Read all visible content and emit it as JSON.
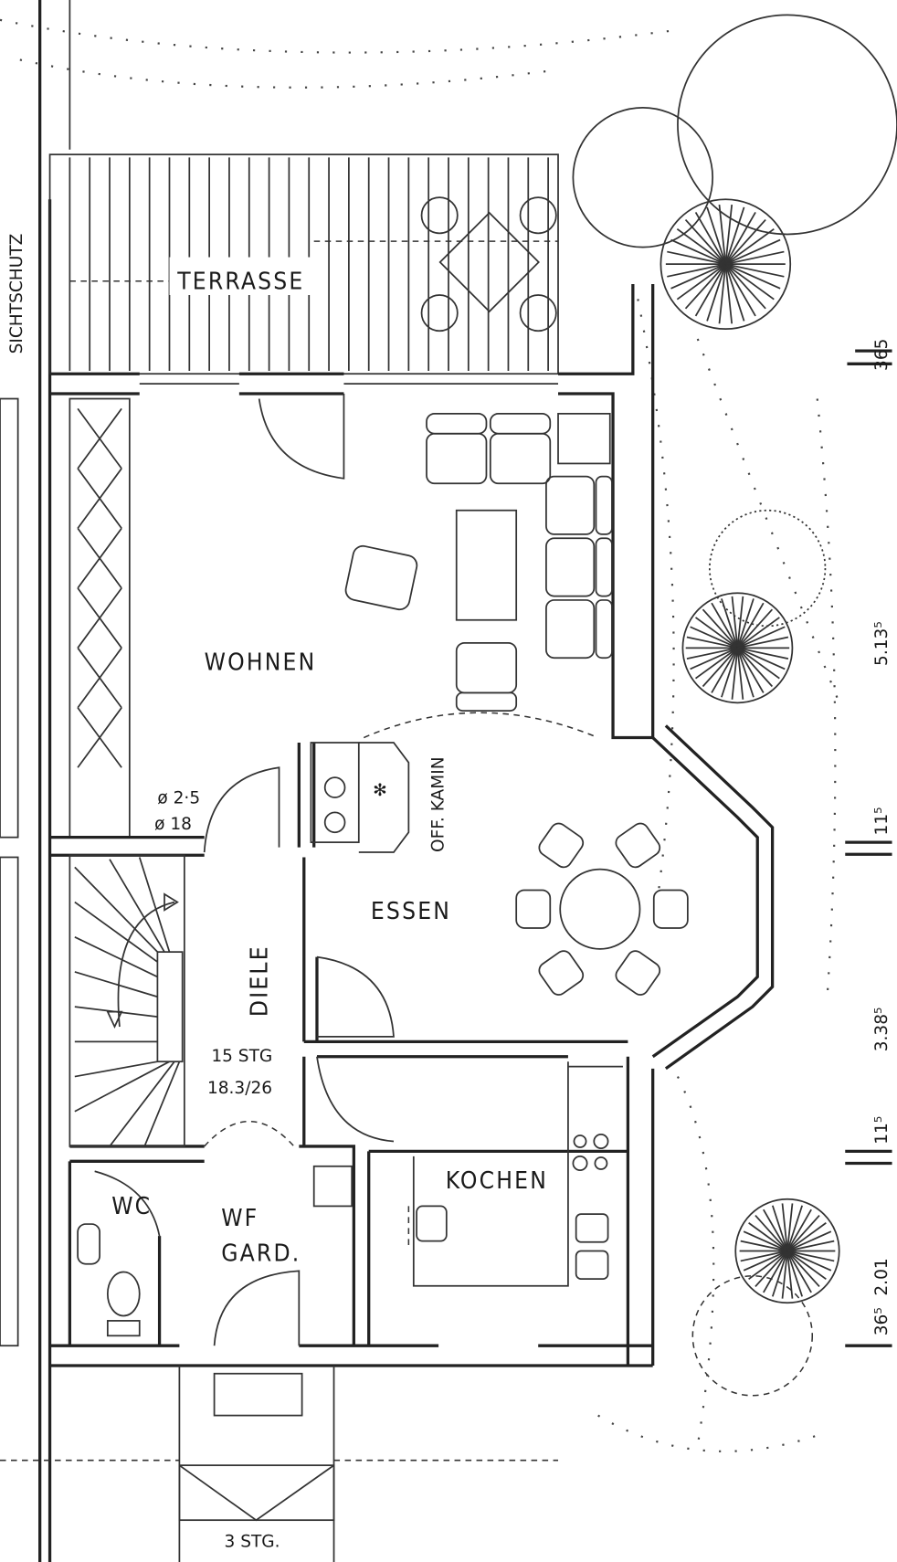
{
  "rooms": {
    "terrace": "TERRASSE",
    "privacy_screen": "SICHTSCHUTZ",
    "living": "WOHNEN",
    "dining": "ESSEN",
    "fireplace": "OFF. KAMIN",
    "hall": "DIELE",
    "kitchen": "KOCHEN",
    "wc": "WC",
    "cloakroom_line1": "WF",
    "cloakroom_line2": "GARD."
  },
  "annotations": {
    "flue_1": "ø 2·5",
    "flue_2": "ø 18",
    "stairs_count": "15 STG",
    "stairs_ratio": "18.3/26",
    "entrance_steps": "3 STG."
  },
  "dimensions": [
    "365",
    "5.13⁵",
    "11⁵",
    "3.38⁵",
    "11⁵",
    "2.01",
    "36⁵"
  ]
}
